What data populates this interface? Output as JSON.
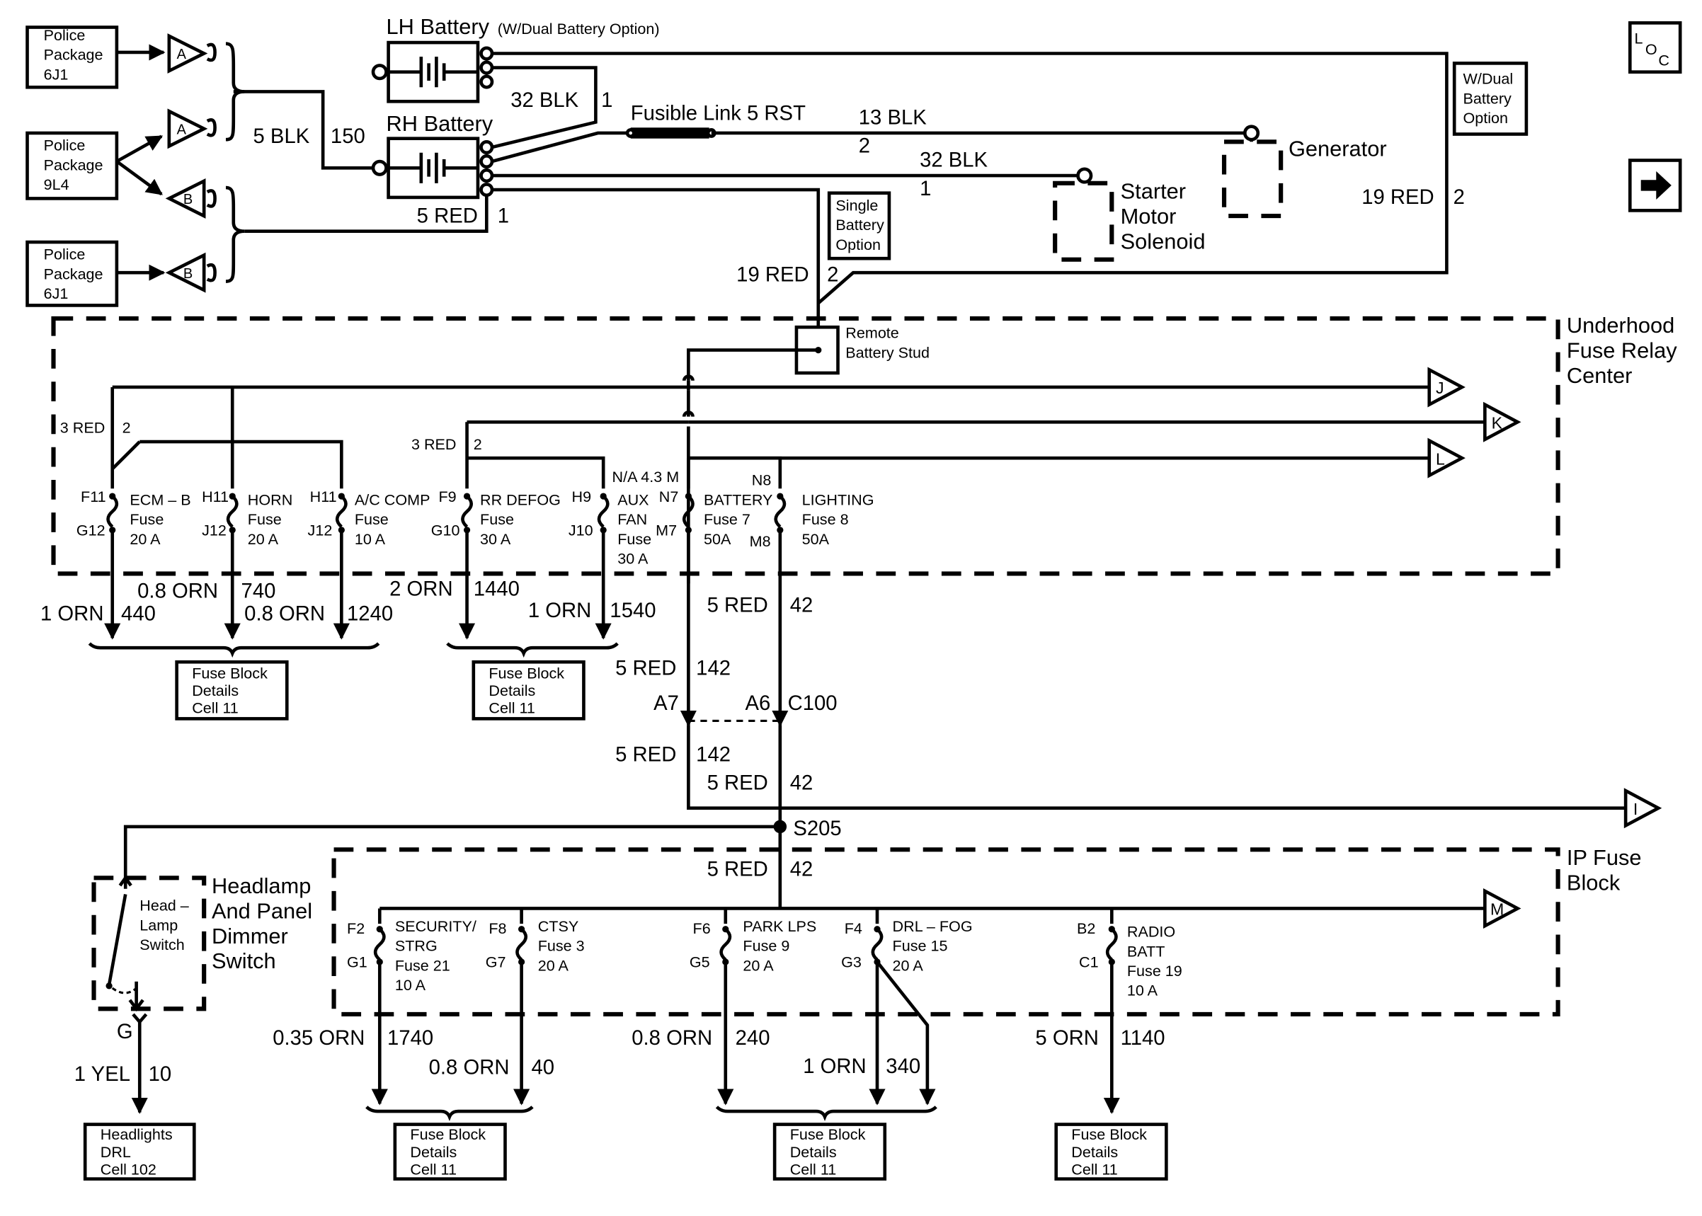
{
  "police_boxes": [
    [
      "Police",
      "Package",
      "6J1"
    ],
    [
      "Police",
      "Package",
      "9L4"
    ],
    [
      "Police",
      "Package",
      "6J1"
    ]
  ],
  "connector_letters": [
    "A",
    "A",
    "B",
    "B"
  ],
  "batteries": {
    "lh_label": "LH Battery",
    "lh_note": "(W/Dual Battery Option)",
    "rh_label": "RH Battery"
  },
  "top_wires": {
    "w5blk": "5 BLK",
    "w5blk_circuit": "150",
    "w32blk_a": "32 BLK",
    "w32blk_a_circuit": "1",
    "w5red": "5 RED",
    "w5red_circuit": "1",
    "fusible": "Fusible Link 5 RST",
    "w13blk": "13 BLK",
    "w13blk_circuit": "2",
    "w32blk_b": "32 BLK",
    "w32blk_b_circuit": "1",
    "w19red_a": "19 RED",
    "w19red_a_circuit": "2",
    "w19red_b": "19 RED",
    "w19red_b_circuit": "2"
  },
  "single_battery_option": [
    "Single",
    "Battery",
    "Option"
  ],
  "dual_battery_option": [
    "W/Dual",
    "Battery",
    "Option"
  ],
  "generator_label": "Generator",
  "starter_label": [
    "Starter",
    "Motor",
    "Solenoid"
  ],
  "loc_icon": [
    "L",
    "O",
    "C"
  ],
  "remote_stud_label": [
    "Remote",
    "Battery Stud"
  ],
  "underhood_label": [
    "Underhood",
    "Fuse Relay",
    "Center"
  ],
  "ip_label": [
    "IP Fuse",
    "Block"
  ],
  "right_connectors": [
    "J",
    "K",
    "L",
    "I",
    "M"
  ],
  "underhood_feeds": {
    "left_wire": "3 RED",
    "left_circuit": "2",
    "mid_wire": "3 RED",
    "mid_circuit": "2",
    "na_label": "N/A 4.3 M"
  },
  "fuses_top": [
    {
      "pin_in": "F11",
      "pin_out": "G12",
      "lines": [
        "ECM – B",
        "Fuse",
        "20 A"
      ]
    },
    {
      "pin_in": "H11",
      "pin_out": "J12",
      "lines": [
        "HORN",
        "Fuse",
        "20 A"
      ]
    },
    {
      "pin_in": "H11",
      "pin_out": "J12",
      "lines": [
        "A/C COMP",
        "Fuse",
        "10 A"
      ]
    },
    {
      "pin_in": "F9",
      "pin_out": "G10",
      "lines": [
        "RR DEFOG",
        "Fuse",
        "30 A"
      ]
    },
    {
      "pin_in": "H9",
      "pin_out": "J10",
      "lines": [
        "AUX",
        "FAN",
        "Fuse",
        "30 A"
      ]
    },
    {
      "pin_in": "N7",
      "pin_out": "M7",
      "lines": [
        "BATTERY",
        "Fuse 7",
        "50A"
      ]
    },
    {
      "pin_in": "N8",
      "pin_out": "M8",
      "lines": [
        "LIGHTING",
        "Fuse 8",
        "50A"
      ]
    }
  ],
  "top_out_wires": {
    "a_wire": "1 ORN",
    "a_circuit": "440",
    "b_wire": "0.8 ORN",
    "b_circuit": "740",
    "c_wire": "0.8 ORN",
    "c_circuit": "1240",
    "d_wire": "2 ORN",
    "d_circuit": "1440",
    "e_wire": "1 ORN",
    "e_circuit": "1540"
  },
  "details_boxes": [
    [
      "Fuse Block",
      "Details",
      "Cell 11"
    ],
    [
      "Fuse Block",
      "Details",
      "Cell 11"
    ],
    [
      "Fuse Block",
      "Details",
      "Cell 11"
    ],
    [
      "Fuse Block",
      "Details",
      "Cell 11"
    ],
    [
      "Fuse Block",
      "Details",
      "Cell 11"
    ],
    [
      "Headlights",
      "DRL",
      "Cell 102"
    ]
  ],
  "mid_wires": {
    "w42": "5 RED",
    "w42_circuit": "42",
    "w142": "5 RED",
    "w142_circuit": "142",
    "a7": "A7",
    "a6": "A6",
    "c100": "C100",
    "w142b": "5 RED",
    "w142b_circuit": "142",
    "w42b": "5 RED",
    "w42b_circuit": "42",
    "splice": "S205",
    "w42c": "5 RED",
    "w42c_circuit": "42"
  },
  "headlamp_switch": {
    "inner": [
      "Head –",
      "Lamp",
      "Switch"
    ],
    "label": [
      "Headlamp",
      "And Panel",
      "Dimmer",
      "Switch"
    ],
    "pin": "G",
    "wire": "1 YEL",
    "circuit": "10"
  },
  "fuses_bottom": [
    {
      "pin_in": "F2",
      "pin_out": "G1",
      "lines": [
        "SECURITY/",
        "STRG",
        "Fuse 21",
        "10 A"
      ]
    },
    {
      "pin_in": "F8",
      "pin_out": "G7",
      "lines": [
        "CTSY",
        "Fuse 3",
        "20 A"
      ]
    },
    {
      "pin_in": "F6",
      "pin_out": "G5",
      "lines": [
        "PARK LPS",
        "Fuse 9",
        "20 A"
      ]
    },
    {
      "pin_in": "F4",
      "pin_out": "G3",
      "lines": [
        "DRL – FOG",
        "Fuse 15",
        "20 A"
      ]
    },
    {
      "pin_in": "B2",
      "pin_out": "C1",
      "lines": [
        "RADIO",
        "BATT",
        "Fuse 19",
        "10 A"
      ]
    }
  ],
  "bottom_out_wires": {
    "a_wire": "0.35 ORN",
    "a_circuit": "1740",
    "b_wire": "0.8 ORN",
    "b_circuit": "40",
    "c_wire": "0.8 ORN",
    "c_circuit": "240",
    "d_wire": "1 ORN",
    "d_circuit": "340",
    "e_wire": "5 ORN",
    "e_circuit": "1140"
  }
}
